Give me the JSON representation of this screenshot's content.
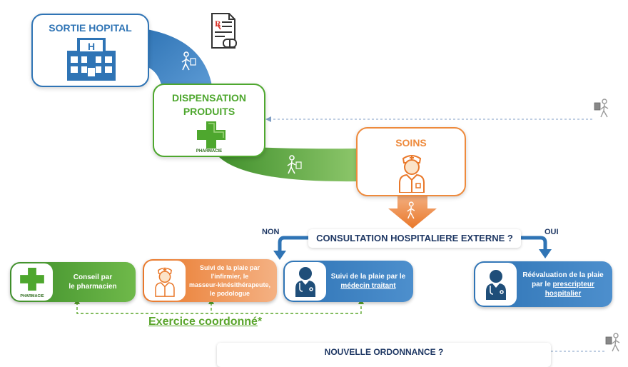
{
  "colors": {
    "hospital_blue": "#2f74b5",
    "pharmacy_green": "#4ea72e",
    "care_orange": "#ee8a3c",
    "dark_navy": "#1f3864",
    "exercise_green": "#5aa52c"
  },
  "nodes": {
    "hospital": {
      "title": "SORTIE HOPITAL"
    },
    "dispensation": {
      "title_line1": "DISPENSATION",
      "title_line2": "PRODUITS",
      "pharmacy_caption": "PHARMACIE"
    },
    "soins": {
      "title": "SOINS"
    }
  },
  "question": {
    "text": "CONSULTATION HOSPITALIERE EXTERNE ?",
    "no_label": "NON",
    "yes_label": "OUI"
  },
  "options": {
    "pharmacist": {
      "line1": "Conseil par",
      "line2": "le pharmacien",
      "caption": "PHARMACIE"
    },
    "nurse": {
      "line1": "Suivi de la plaie par",
      "line2": "l'infirmier, le",
      "line3": "masseur-kinésithérapeute,",
      "line4": "le podologue"
    },
    "doctor": {
      "line1": "Suivi de la plaie par le",
      "line2": "médecin traitant"
    },
    "prescriber": {
      "line1": "Réévaluation de la plaie",
      "line2": "par le",
      "line2_link": "prescripteur",
      "line3": "hospitalier"
    }
  },
  "exercise": {
    "label": "Exercice coordonné",
    "asterisk": "*"
  },
  "bottom": {
    "question": "NOUVELLE ORDONNANCE ?"
  },
  "icons": [
    "hospital-building-icon",
    "prescription-document-icon",
    "walking-patient-icon",
    "pharmacy-cross-icon",
    "nurse-icon",
    "doctor-icon"
  ]
}
